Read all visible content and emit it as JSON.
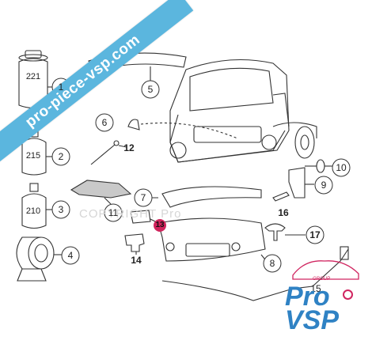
{
  "watermark_banner": "pro-piece-vsp.com",
  "watermark_copyright": "COPYRIGHT Pro",
  "brand_logo": {
    "word1": "Pro",
    "word2": "VSP",
    "tagline": "GROUP",
    "color": "#2f82c4",
    "accent": "#d02560"
  },
  "bottles": {
    "b221": "221",
    "b215": "215",
    "b210": "210"
  },
  "callouts": {
    "c1": "1",
    "c2": "2",
    "c3": "3",
    "c4": "4",
    "c5": "5",
    "c6": "6",
    "c7": "7",
    "c8": "8",
    "c9": "9",
    "c10": "10",
    "c11": "11",
    "c12": "12",
    "c13": "13",
    "c14": "14",
    "c15": "15",
    "c16": "16",
    "c17": "17"
  },
  "colors": {
    "line": "#333333",
    "banner": "#5bb6de",
    "highlight": "#d0245c"
  }
}
